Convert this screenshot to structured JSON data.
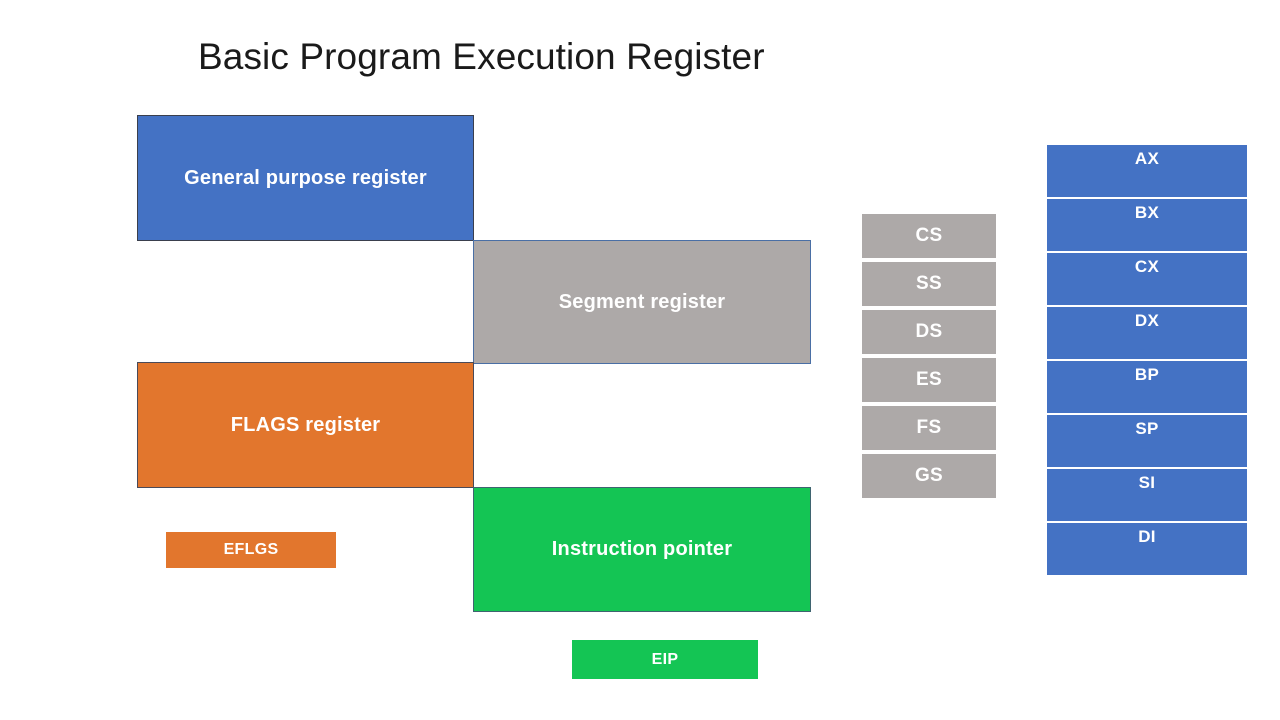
{
  "slide": {
    "title": "Basic Program Execution Register",
    "background_color": "#ffffff"
  },
  "colors": {
    "blue": "#4472C4",
    "gray": "#ADA9A8",
    "orange": "#E2762D",
    "green": "#14C554",
    "title_text": "#1a1a1a",
    "block_text": "#ffffff"
  },
  "blocks": {
    "general_purpose_register": {
      "label": "General purpose register",
      "fill": "#4472C4",
      "border": "#3a3f4d"
    },
    "segment_register": {
      "label": "Segment register",
      "fill": "#ADA9A8",
      "border": "#4a6fa5"
    },
    "flags_register": {
      "label": "FLAGS register",
      "fill": "#E2762D",
      "border": "#4a4a58"
    },
    "instruction_pointer": {
      "label": "Instruction pointer",
      "fill": "#14C554",
      "border": "#3f6470"
    }
  },
  "tags": {
    "eflgs": {
      "label": "EFLGS",
      "fill": "#E2762D"
    },
    "eip": {
      "label": "EIP",
      "fill": "#14C554"
    }
  },
  "segment_register_stack": {
    "fill": "#ADA9A8",
    "items": [
      {
        "label": "CS"
      },
      {
        "label": "SS"
      },
      {
        "label": "DS"
      },
      {
        "label": "ES"
      },
      {
        "label": "FS"
      },
      {
        "label": "GS"
      }
    ]
  },
  "general_purpose_register_stack": {
    "fill": "#4472C4",
    "items": [
      {
        "label": "AX"
      },
      {
        "label": "BX"
      },
      {
        "label": "CX"
      },
      {
        "label": "DX"
      },
      {
        "label": "BP"
      },
      {
        "label": "SP"
      },
      {
        "label": "SI"
      },
      {
        "label": "DI"
      }
    ]
  }
}
